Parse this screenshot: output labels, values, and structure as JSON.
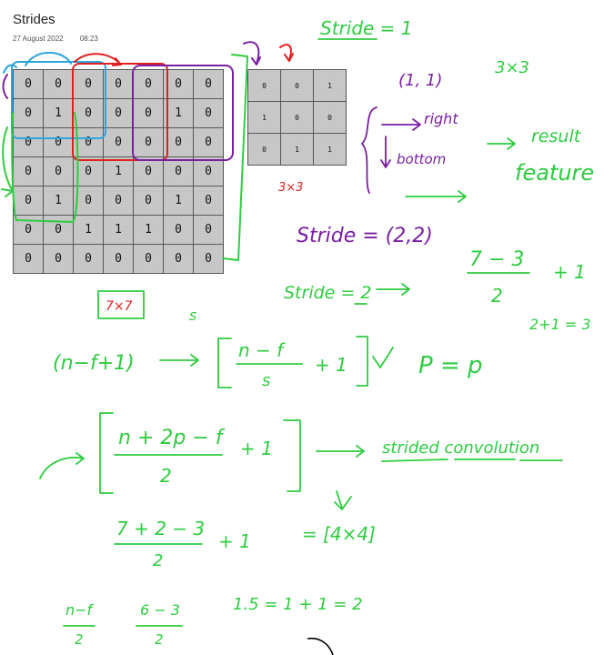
{
  "note": {
    "title": "Strides",
    "date": "27 August 2022",
    "time": "08:23"
  },
  "input_matrix": [
    [
      "0",
      "0",
      "0",
      "0",
      "0",
      "0",
      "0"
    ],
    [
      "0",
      "1",
      "0",
      "0",
      "0",
      "1",
      "0"
    ],
    [
      "0",
      "0",
      "0",
      "0",
      "0",
      "0",
      "0"
    ],
    [
      "0",
      "0",
      "0",
      "1",
      "0",
      "0",
      "0"
    ],
    [
      "0",
      "1",
      "0",
      "0",
      "0",
      "1",
      "0"
    ],
    [
      "0",
      "0",
      "1",
      "1",
      "1",
      "0",
      "0"
    ],
    [
      "0",
      "0",
      "0",
      "0",
      "0",
      "0",
      "0"
    ]
  ],
  "kernel_matrix": [
    [
      "0",
      "0",
      "1"
    ],
    [
      "1",
      "0",
      "0"
    ],
    [
      "0",
      "1",
      "1"
    ]
  ],
  "ink": {
    "stride1": "Stride = 1",
    "kernel_size": "3×3",
    "kernel_size_red": "3×3",
    "origin": "(1, 1)",
    "right": "right",
    "bottom": "bottom",
    "result": "result",
    "feature": "feature",
    "stride22": "Stride = (2,2)",
    "stride2": "Stride = 2",
    "frac1_num": "7 − 3",
    "frac1_den": "2",
    "plus1_a": "+ 1",
    "two_plus_one": "2+1 = 3",
    "size7x7": "7×7",
    "s_label": "s",
    "formula1_left": "(n−f+1)",
    "formula1_num": "n − f",
    "formula1_den": "s",
    "plus1_b": "+ 1",
    "p_eq_p": "P = p",
    "formula2_num": "n + 2p − f",
    "formula2_den": "2",
    "plus1_c": "+ 1",
    "strided_conv": "strided convolution",
    "calc_num": "7 + 2 − 3",
    "calc_den": "2",
    "plus1_d": "+ 1",
    "calc_result": "= [4×4]",
    "small_num1": "n−f",
    "small_den1": "2",
    "small_num2": "6 − 3",
    "small_den2": "2",
    "small_result": "1.5 = 1 + 1 = 2"
  },
  "colors": {
    "green_ink": "#2ecc40",
    "purple_ink": "#7a1fa2",
    "red_ink": "#e02020",
    "blue_ink": "#2aa6e0"
  }
}
